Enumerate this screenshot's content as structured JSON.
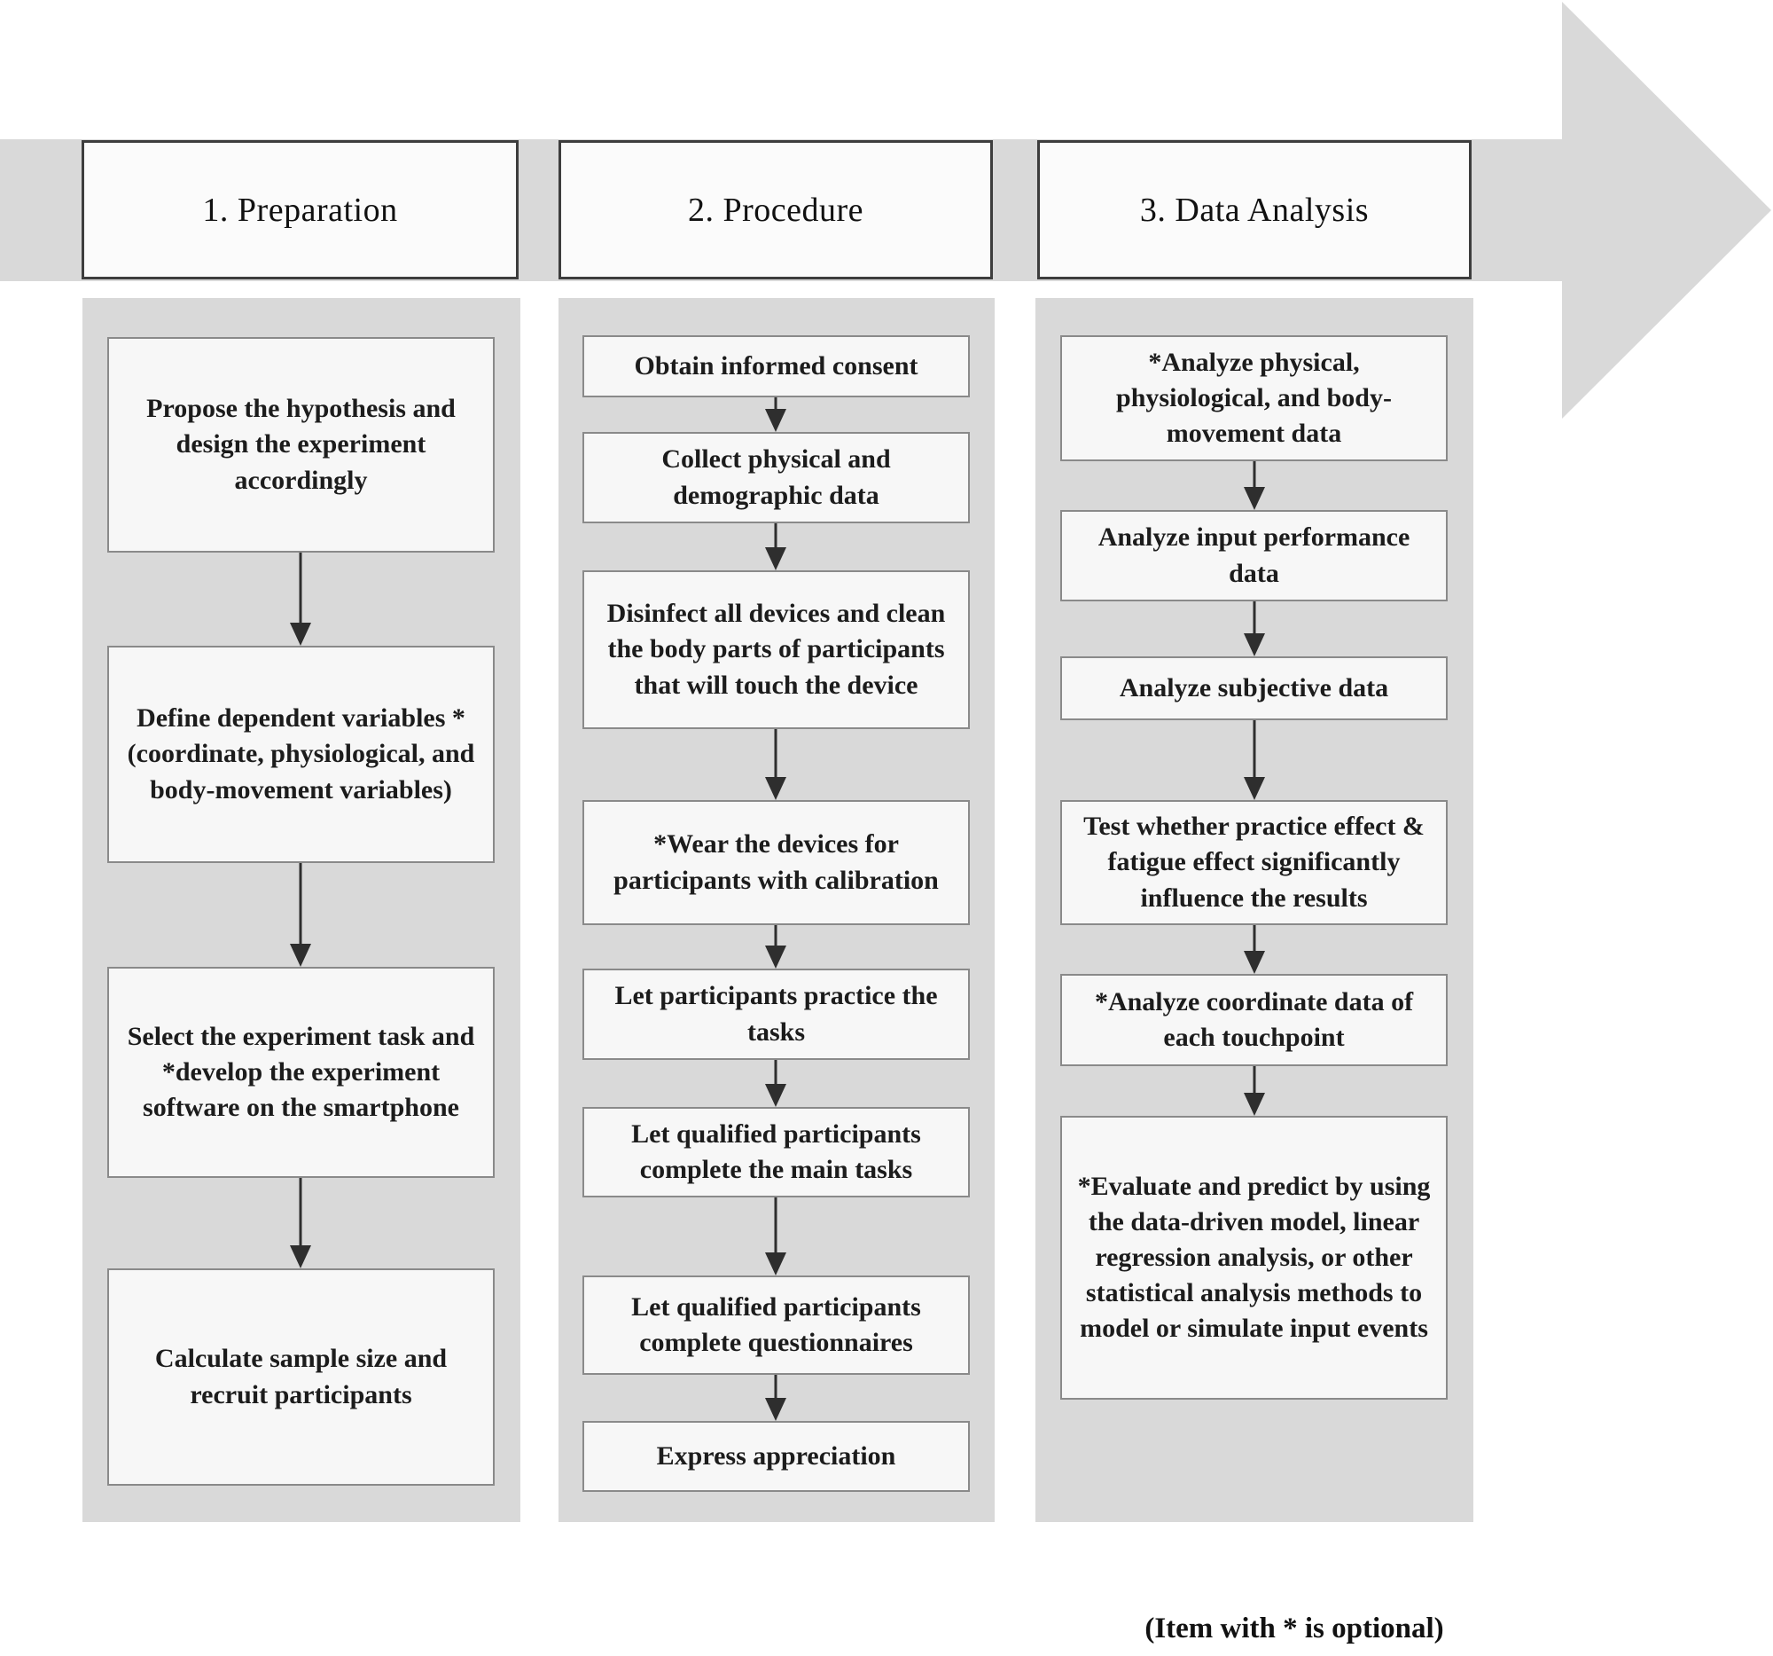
{
  "caption": "(Item with * is optional)",
  "colors": {
    "panel_gray": "#d9d9d9",
    "node_fill": "#f7f7f7",
    "node_border": "#8a8a8a",
    "header_border": "#3d3d3d",
    "arrow": "#2e2e2e"
  },
  "columns": [
    {
      "header": "1. Preparation",
      "boxes": [
        "Propose the hypothesis and design the experiment accordingly",
        "Define dependent variables *(coordinate, physiological, and body-movement variables)",
        "Select the experiment task and *develop the experiment software on the smartphone",
        "Calculate sample size and recruit participants"
      ]
    },
    {
      "header": "2. Procedure",
      "boxes": [
        "Obtain informed consent",
        "Collect physical and demographic data",
        "Disinfect all devices and clean the body parts of participants that will touch the device",
        "*Wear the devices for participants with calibration",
        "Let participants practice the tasks",
        "Let qualified participants complete the main tasks",
        "Let qualified participants complete questionnaires",
        "Express appreciation"
      ]
    },
    {
      "header": "3. Data Analysis",
      "boxes": [
        "*Analyze physical, physiological, and body-movement data",
        "Analyze input performance data",
        "Analyze subjective data",
        "Test whether practice effect & fatigue effect significantly influence the results",
        "*Analyze coordinate data of each touchpoint",
        "*Evaluate and predict by using the data-driven model, linear regression analysis, or other statistical analysis methods to model or simulate input events"
      ]
    }
  ]
}
